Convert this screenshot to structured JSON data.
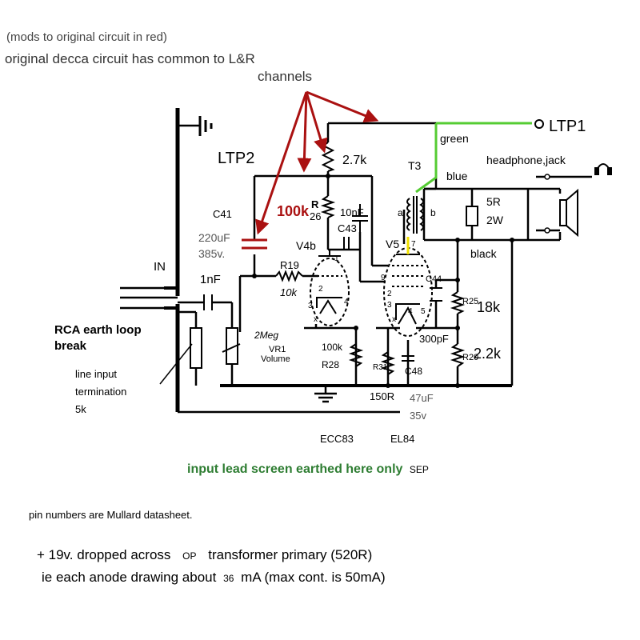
{
  "notes": {
    "mods": "(mods to original circuit in red)",
    "common": "original decca circuit has common to L&R",
    "channels": "channels",
    "earthed": "input lead screen earthed here only",
    "sep": "SEP",
    "pins": "pin numbers are Mullard datasheet.",
    "dropped": "+ 19v. dropped across",
    "op": "OP",
    "transformer": "transformer primary  (520R)",
    "anode_prefix": "ie each anode drawing about",
    "anode_value": "36",
    "anode_suffix": "mA     (max cont. is 50mA)"
  },
  "labels": {
    "ltp1": "LTP1",
    "ltp2": "LTP2",
    "green": "green",
    "blue": "blue",
    "black": "black",
    "t3": "T3",
    "headphone": "headphone,jack",
    "r_2_7k": "2.7k",
    "r_100k_red": "100k",
    "r_letter": "R",
    "r26": "26",
    "c_10nf": "10nF",
    "c43": "C43",
    "c41": "C41",
    "c41_val": "220uF",
    "c41_v": "385v.",
    "v4b": "V4b",
    "v5": "V5",
    "r19": "R19",
    "r19_val": "10k",
    "in": "IN",
    "c_1nf": "1nF",
    "rca": "RCA earth loop",
    "break": "break",
    "line_input": "line input",
    "termination": "termination",
    "r_5k": "5k",
    "r_5r": "5R",
    "r_2w": "2W",
    "c44": "C44",
    "r25": "R25",
    "r_18k": "18k",
    "c_300pf": "300pF",
    "r20": "R20",
    "r_2_2k": "2.2k",
    "r_2meg": "2Meg",
    "vr1": "VR1",
    "volume": "Volume",
    "r28_val": "100k",
    "r28": "R28",
    "r31": "R31",
    "c48": "C48",
    "r_150r": "150R",
    "c_47uf": "47uF",
    "c_35v": "35v",
    "ecc83": "ECC83",
    "el84": "EL84",
    "pin1": "1",
    "pin2": "2",
    "pin3": "3",
    "pin9": "9",
    "pin7": "7",
    "pin5": "5",
    "pin4": "4",
    "pin_x": "x",
    "pin_a": "a",
    "pin_b": "b"
  },
  "colors": {
    "wire": "#000000",
    "mod_red": "#aa1111",
    "green_wire": "#55cc33",
    "yellow_pin": "#f0e000",
    "caption_green": "#2e7d32",
    "value_grey": "#555555"
  }
}
